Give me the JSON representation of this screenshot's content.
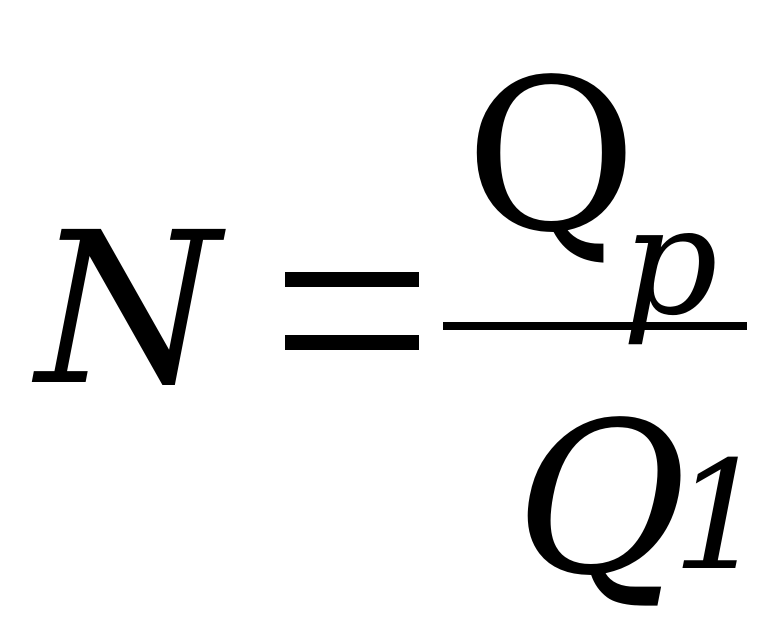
{
  "formula": {
    "lhs": "N",
    "equals": "=",
    "numerator": {
      "symbol": "Q",
      "subscript": "p"
    },
    "denominator": {
      "symbol": "Q",
      "subscript": "1"
    }
  },
  "colors": {
    "text": "#000000",
    "background": "#ffffff"
  }
}
